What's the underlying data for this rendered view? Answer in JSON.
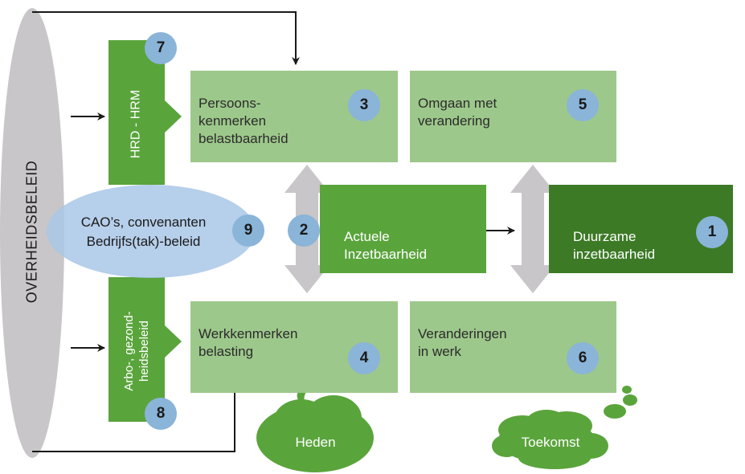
{
  "overheidsbeleid_label": "OVERHEIDSBELEID",
  "hrd_label": "HRD - HRM",
  "arbo_label": "Arbo-, gezond-\nheidsbeleid",
  "cao_label": "CAO’s, convenanten\nBedrijfs(tak)-beleid",
  "boxes": {
    "persoonskenmerken": "Persoons-\nkenmerken\nbelastbaarheid",
    "omgaan": "Omgaan met\nverandering",
    "actuele": "Actuele\nInzetbaarheid",
    "duurzame": "Duurzame\ninzetbaarheid",
    "werkkenmerken": "Werkkenmerken\nbelasting",
    "veranderingen": "Veranderingen\nin werk"
  },
  "numbers": {
    "n1": "1",
    "n2": "2",
    "n3": "3",
    "n4": "4",
    "n5": "5",
    "n6": "6",
    "n7": "7",
    "n8": "8",
    "n9": "9"
  },
  "clouds": {
    "heden": "Heden",
    "toekomst": "Toekomst"
  },
  "colors": {
    "light_green": "#9dc88b",
    "mid_green": "#5aa43c",
    "dark_green": "#3c7a26",
    "blue_circle": "#8ab4d8",
    "grey": "#c8c6c8",
    "ellipse_blue": "#a9c7e6"
  }
}
